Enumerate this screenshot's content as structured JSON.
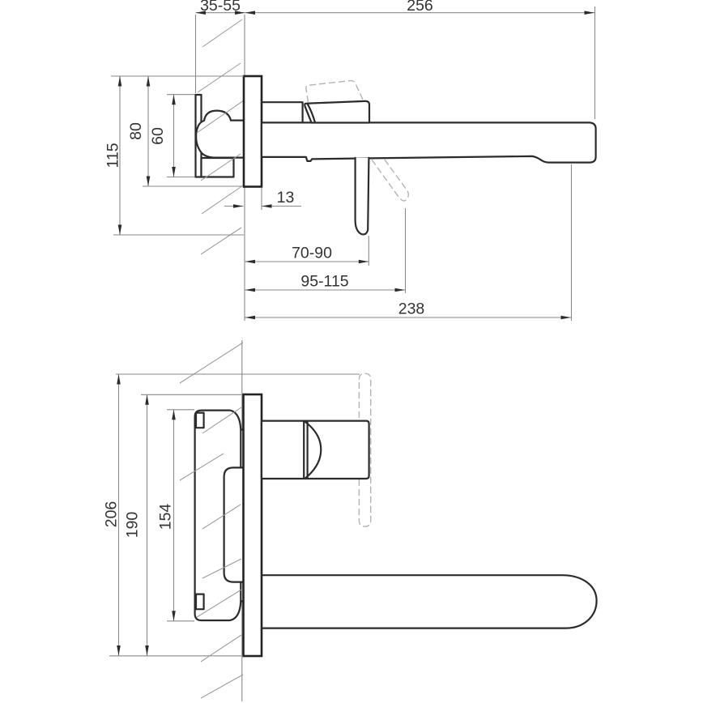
{
  "drawing": {
    "kind": "wall-mounted basin mixer installation drawing",
    "colors": {
      "outline": "#2b2b2b",
      "dimension_line": "#8a8a8a",
      "hidden_dashed": "#b3b3b3",
      "label_text": "#333333",
      "background": "#ffffff"
    },
    "upper_view": {
      "dimensions": {
        "recess_depth_range": "35-55",
        "spout_projection": "256",
        "overall_height": "115",
        "plate_height": "80",
        "body_height": "60",
        "plate_thickness": "13",
        "lever_distance_range": "70-90",
        "lever_open_distance_range": "95-115",
        "spout_underside_length": "238"
      }
    },
    "lower_view": {
      "dimensions": {
        "overall_height": "206",
        "plate_height": "190",
        "body_height": "154"
      }
    }
  }
}
